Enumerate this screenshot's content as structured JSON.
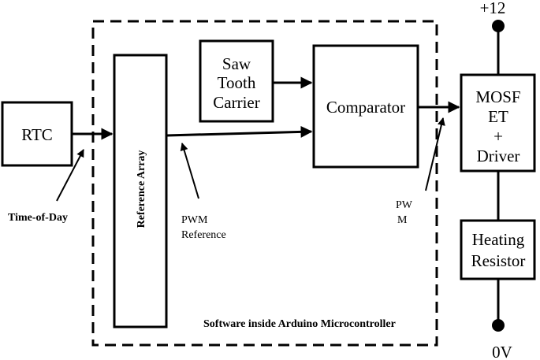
{
  "rtc": {
    "label": "RTC"
  },
  "reference_array": {
    "label": "Reference Array"
  },
  "saw_tooth": {
    "line1": "Saw",
    "line2": "Tooth",
    "line3": "Carrier"
  },
  "comparator": {
    "label": "Comparator"
  },
  "mosfet": {
    "line1": "MOSF",
    "line2": "ET",
    "line3": "+",
    "line4": "Driver"
  },
  "heating_resistor": {
    "line1": "Heating",
    "line2": "Resistor"
  },
  "supply": {
    "top": "+12",
    "bottom": "0V"
  },
  "annotations": {
    "time_of_day": "Time-of-Day",
    "pwm_reference_1": "PWM",
    "pwm_reference_2": "Reference",
    "pwm_1": "PW",
    "pwm_2": "M",
    "software_note": "Software inside Arduino Microcontroller"
  }
}
